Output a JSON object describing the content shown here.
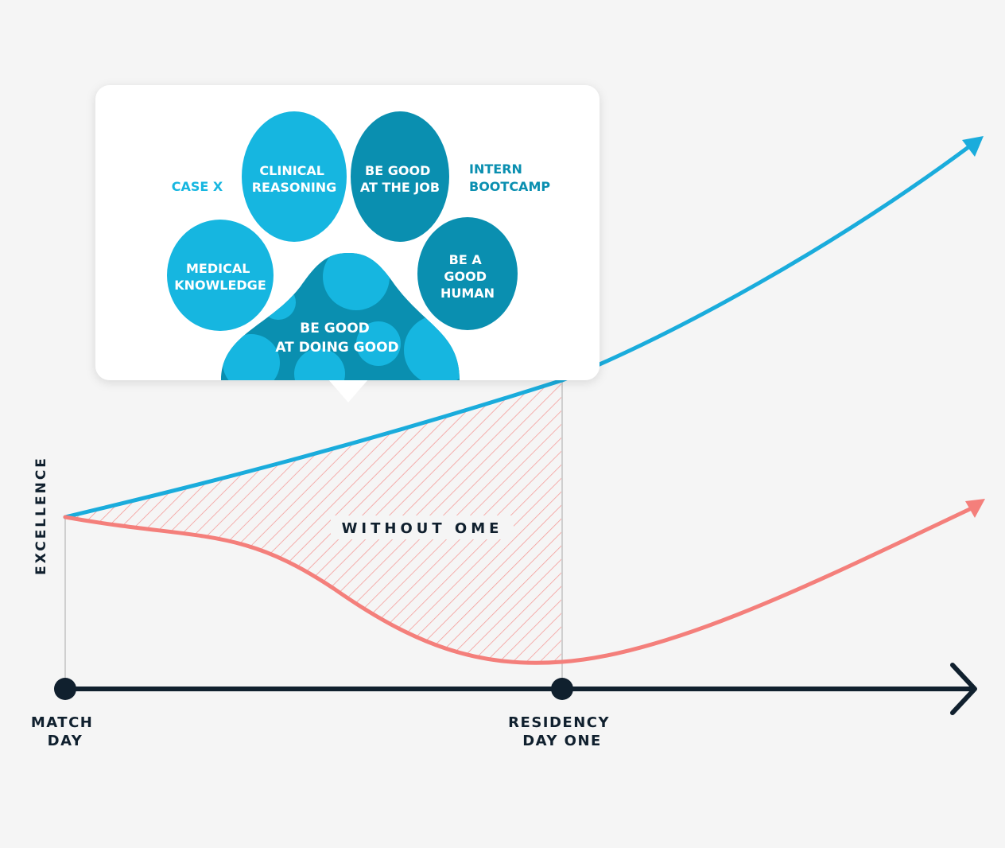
{
  "axes": {
    "y_label": "EXCELLENCE",
    "milestones": [
      {
        "lines": [
          "MATCH",
          "DAY"
        ]
      },
      {
        "lines": [
          "RESIDENCY",
          "DAY ONE"
        ]
      }
    ]
  },
  "region_label": "WITHOUT OME",
  "paw_card": {
    "toes": [
      {
        "lines": [
          "CLINICAL",
          "REASONING"
        ]
      },
      {
        "lines": [
          "BE GOOD",
          "AT THE JOB"
        ]
      },
      {
        "lines": [
          "MEDICAL",
          "KNOWLEDGE"
        ]
      },
      {
        "lines": [
          "BE A",
          "GOOD",
          "HUMAN"
        ]
      }
    ],
    "pad": {
      "lines": [
        "BE GOOD",
        "AT DOING GOOD"
      ]
    },
    "side_labels": {
      "left": {
        "lines": [
          "CASE X"
        ]
      },
      "right": {
        "lines": [
          "INTERN",
          "BOOTCAMP"
        ]
      }
    }
  },
  "colors": {
    "background": "#f5f5f5",
    "with_curve": "#1aacdc",
    "without_curve": "#f47f7b",
    "axis": "#10202e",
    "toe_light": "#16b6e0",
    "toe_dark": "#0a8fb0",
    "card": "#ffffff"
  }
}
